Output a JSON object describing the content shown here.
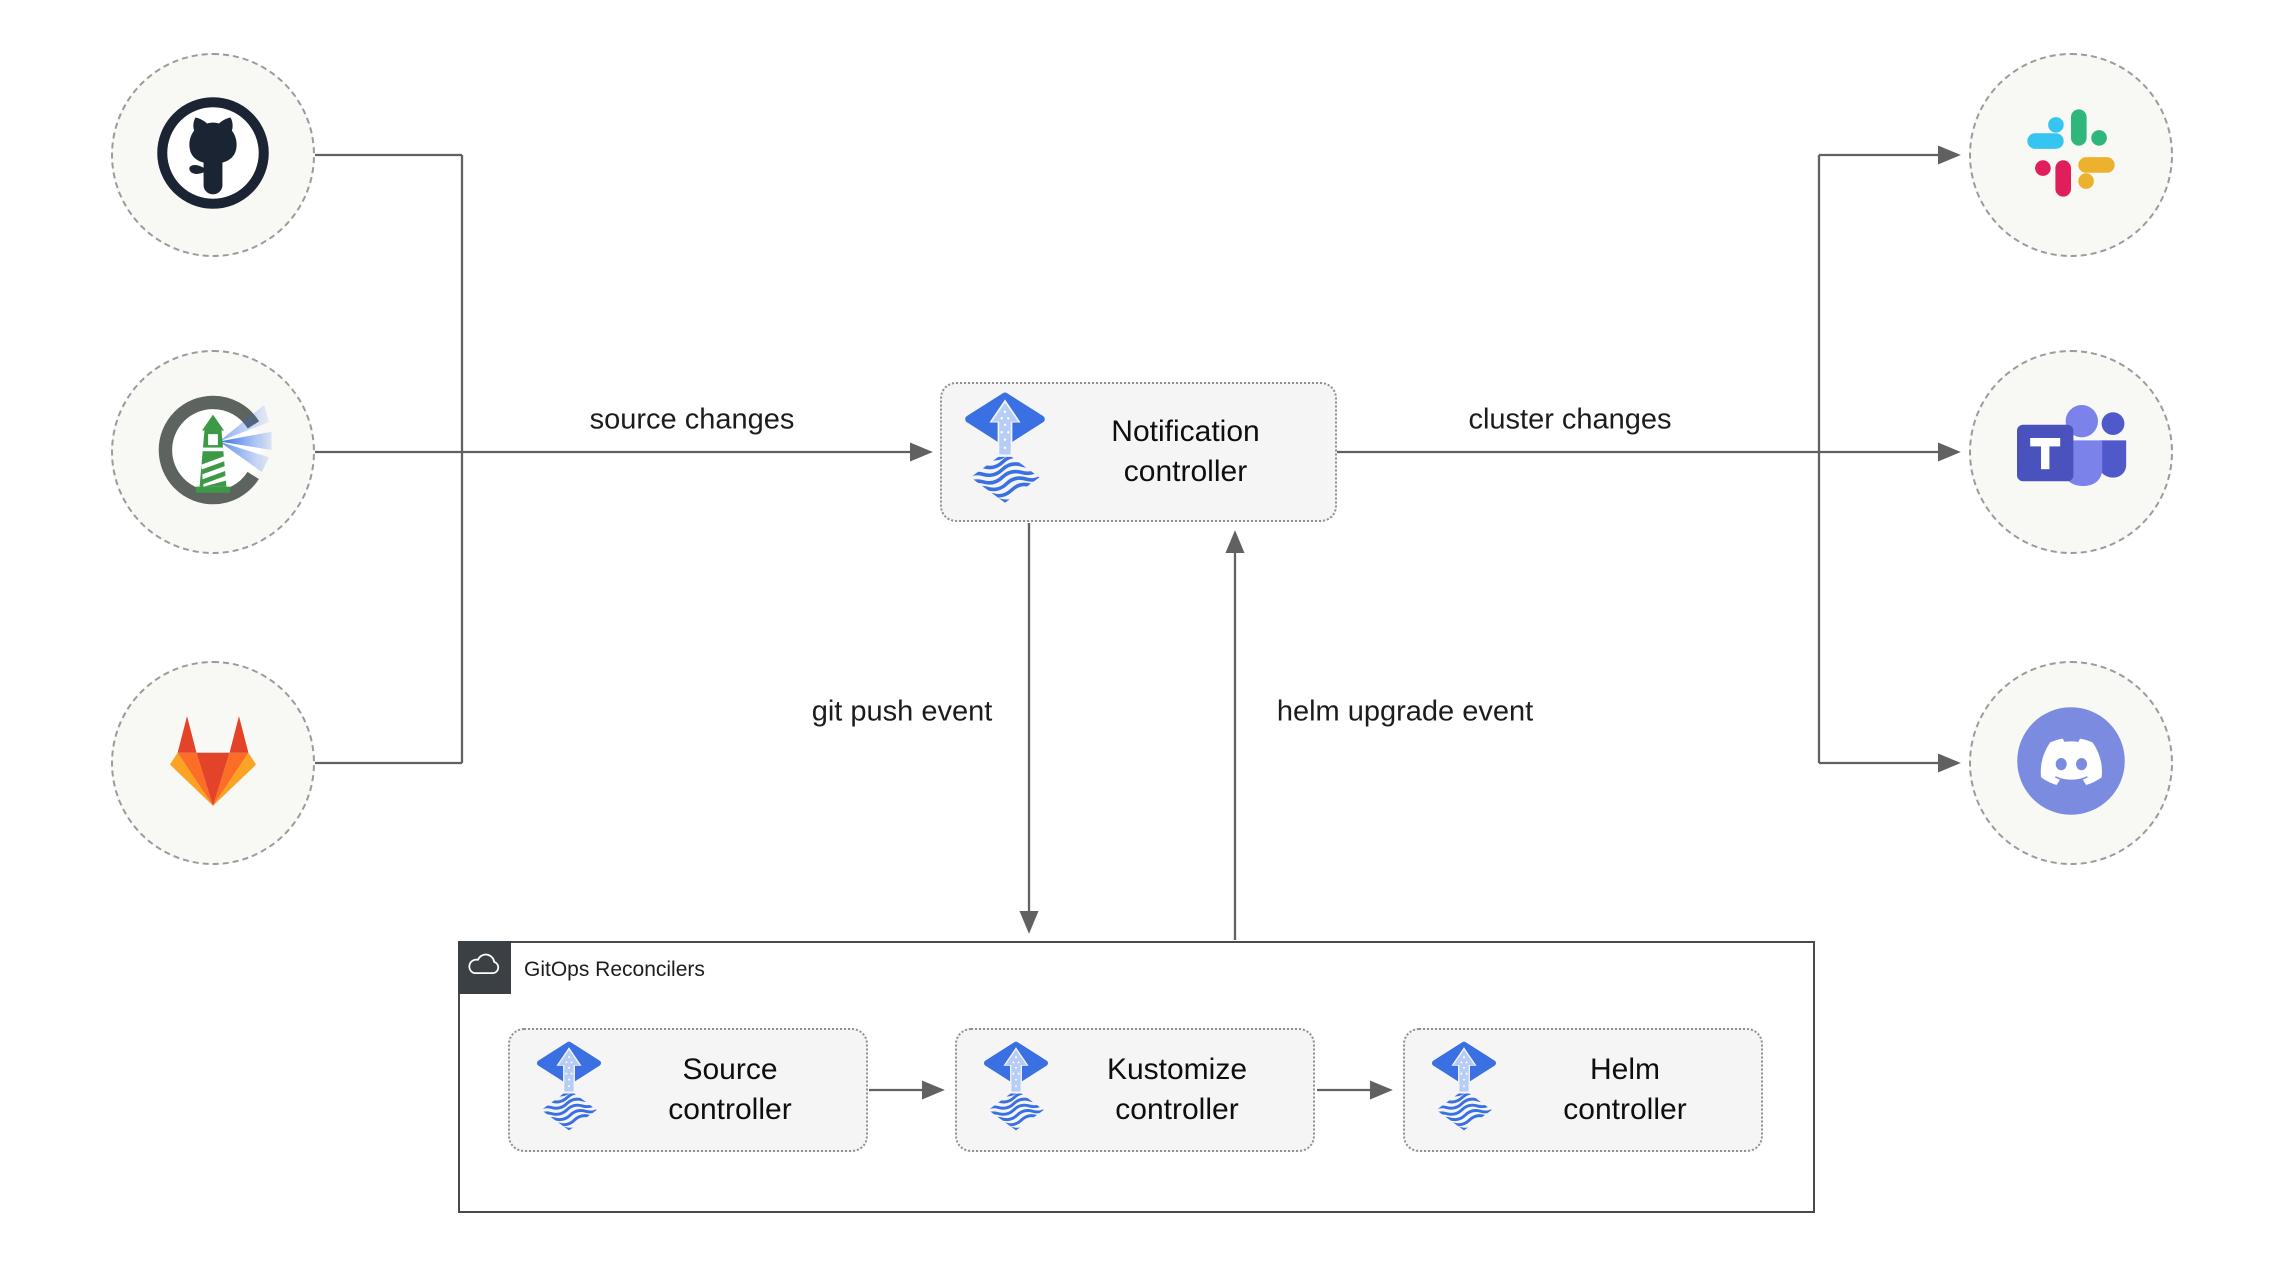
{
  "diagram": {
    "title_hint": "Flux GitOps notification flow diagram",
    "notification": {
      "label": "Notification controller",
      "icon": "flux-icon"
    },
    "reconcilers": {
      "label": "GitOps Reconcilers",
      "badge_icon": "cloud-icon",
      "controllers": [
        {
          "label": "Source controller",
          "icon": "flux-icon"
        },
        {
          "label": "Kustomize controller",
          "icon": "flux-icon"
        },
        {
          "label": "Helm controller",
          "icon": "flux-icon"
        }
      ]
    },
    "sources": [
      {
        "icon": "github-icon"
      },
      {
        "icon": "harbor-lighthouse-icon"
      },
      {
        "icon": "gitlab-icon"
      }
    ],
    "targets": [
      {
        "icon": "slack-icon"
      },
      {
        "icon": "microsoft-teams-icon"
      },
      {
        "icon": "discord-icon"
      }
    ],
    "edge_labels": {
      "source_changes": "source changes",
      "cluster_changes": "cluster changes",
      "git_push": "git push event",
      "helm_upgrade": "helm upgrade event"
    },
    "colors": {
      "line": "#616161",
      "flux_blue": "#3a70e2",
      "flux_arrow": "#b7cdf6",
      "box_bg": "#f5f5f5",
      "box_border": "#8f8f8f",
      "circle_bg": "#f8f8f5",
      "circle_border": "#9b9b9b",
      "container_border": "#474b4e",
      "badge_bg": "#3b4045",
      "github_dark": "#1a2433",
      "gitlab_red": "#e24329",
      "gitlab_orange": "#fc6d26",
      "gitlab_yellow": "#fca326",
      "slack_blue": "#36c5f0",
      "slack_green": "#2eb67d",
      "slack_red": "#e01e5a",
      "slack_yellow": "#ecb22e",
      "teams_purple": "#4a52bd",
      "discord_blurple": "#7b8ce0",
      "harbor_green": "#3c9a47",
      "harbor_gray": "#5d635e"
    }
  }
}
